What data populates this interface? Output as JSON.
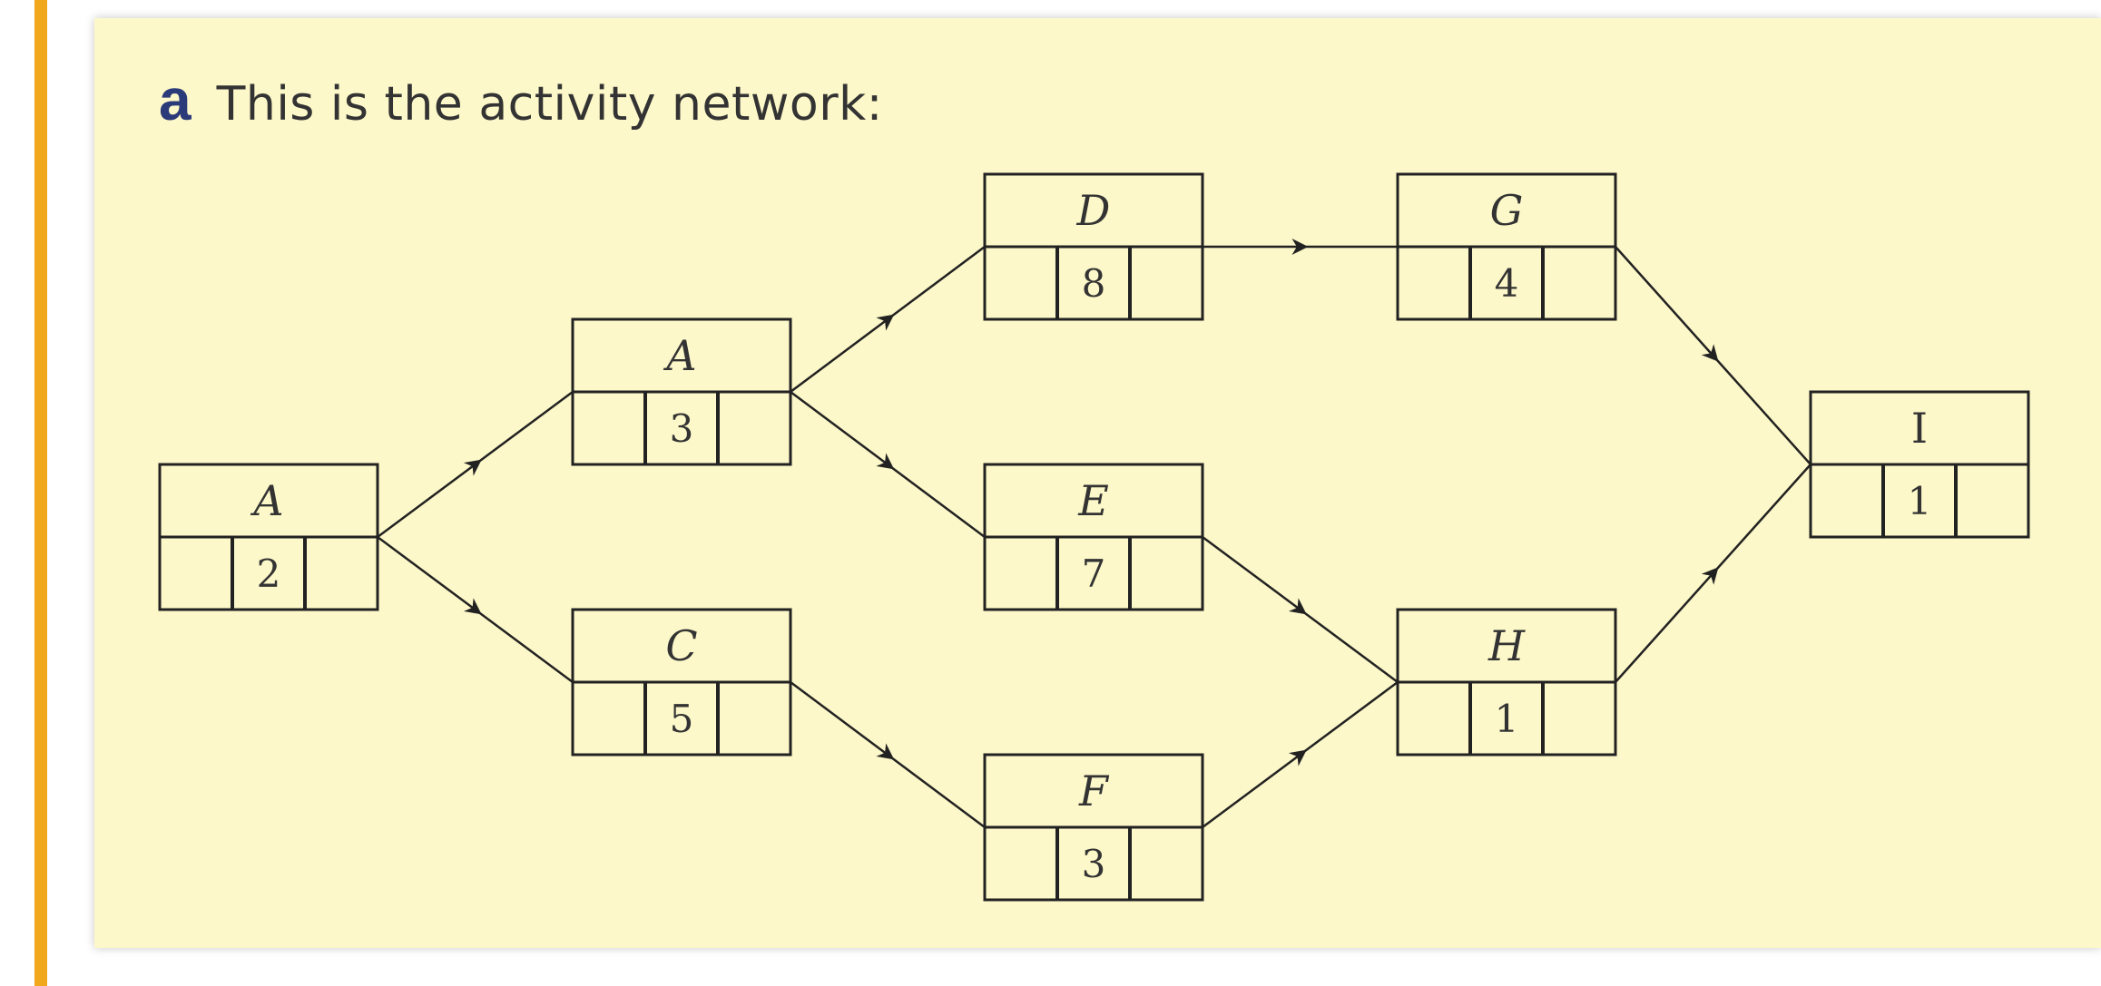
{
  "colors": {
    "accent": "#f2a81d",
    "panel": "#fdf8c9",
    "part_letter": "#2b3a78",
    "text": "#333333"
  },
  "caption": {
    "part": "a",
    "text": "This is the activity network:"
  },
  "nodes": [
    {
      "id": "n1",
      "activity": "A",
      "duration": "2",
      "italic": true
    },
    {
      "id": "n2",
      "activity": "A",
      "duration": "3",
      "italic": true
    },
    {
      "id": "n3",
      "activity": "C",
      "duration": "5",
      "italic": true
    },
    {
      "id": "n4",
      "activity": "D",
      "duration": "8",
      "italic": true
    },
    {
      "id": "n5",
      "activity": "E",
      "duration": "7",
      "italic": true
    },
    {
      "id": "n6",
      "activity": "F",
      "duration": "3",
      "italic": true
    },
    {
      "id": "n7",
      "activity": "G",
      "duration": "4",
      "italic": true
    },
    {
      "id": "n8",
      "activity": "H",
      "duration": "1",
      "italic": true
    },
    {
      "id": "n9",
      "activity": "I",
      "duration": "1",
      "italic": false
    }
  ],
  "edges": [
    {
      "from": "n1",
      "to": "n2"
    },
    {
      "from": "n1",
      "to": "n3"
    },
    {
      "from": "n2",
      "to": "n4"
    },
    {
      "from": "n2",
      "to": "n5"
    },
    {
      "from": "n3",
      "to": "n6"
    },
    {
      "from": "n4",
      "to": "n7"
    },
    {
      "from": "n5",
      "to": "n8"
    },
    {
      "from": "n6",
      "to": "n8"
    },
    {
      "from": "n7",
      "to": "n9"
    },
    {
      "from": "n8",
      "to": "n9"
    }
  ]
}
